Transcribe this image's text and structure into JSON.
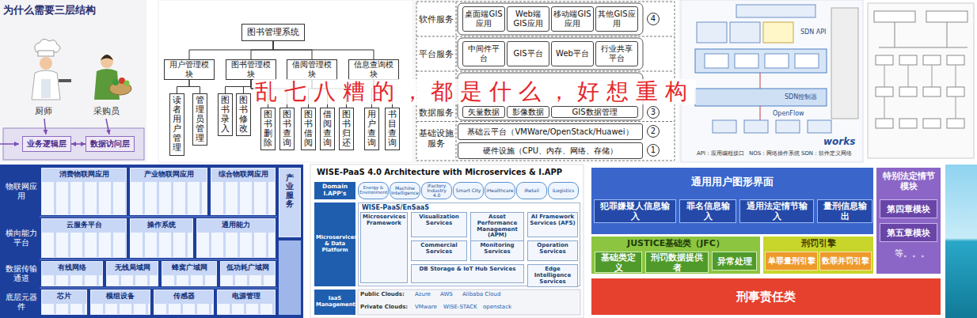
{
  "diagram": {
    "nodes": [
      {
        "text": [
          "业务逻辑层"
        ]
      },
      {
        "text": [
          "数据访问层"
        ]
      },
      {
        "text": [
          "图书管理系统"
        ]
      },
      {
        "text": [
          "用户管理模块"
        ]
      },
      {
        "text": [
          "图书管理模块"
        ]
      },
      {
        "text": [
          "借阅管理模块"
        ]
      },
      {
        "text": [
          "信息查询模块"
        ]
      },
      {
        "text": [
          "读者用户管理"
        ]
      },
      {
        "text": [
          "管理员管理"
        ]
      },
      {
        "text": [
          "图书录入"
        ]
      },
      {
        "text": [
          "图书修改"
        ]
      },
      {
        "text": [
          "图书删除"
        ]
      },
      {
        "text": [
          "图书查询"
        ]
      },
      {
        "text": [
          "图书借阅"
        ]
      },
      {
        "text": [
          "借阅查询"
        ]
      },
      {
        "text": [
          "图书归还"
        ]
      },
      {
        "text": [
          "用户查询"
        ]
      },
      {
        "text": [
          "书目查询"
        ]
      },
      {
        "text": [
          "桌面端GIS应用"
        ]
      },
      {
        "text": [
          "Web端GIS应用"
        ]
      },
      {
        "text": [
          "移动端GIS应用"
        ]
      },
      {
        "text": [
          "其他GIS应用"
        ]
      },
      {
        "text": [
          "中间件平台"
        ]
      },
      {
        "text": [
          "GIS平台"
        ]
      },
      {
        "text": [
          "Web平台"
        ]
      },
      {
        "text": [
          "行业共享平台"
        ]
      },
      {
        "text": [
          "矢量数据"
        ]
      },
      {
        "text": [
          "影像数据"
        ]
      },
      {
        "text": [
          "GIS数据管理"
        ]
      },
      {
        "text": [
          "基础云平台（VMWare/OpenStack/Huawei）"
        ]
      },
      {
        "text": [
          "硬件设施（CPU、内存、网络、存储）"
        ]
      },
      {
        "text": [
          "4"
        ]
      },
      {
        "text": [
          "3"
        ]
      },
      {
        "text": [
          "2"
        ]
      },
      {
        "text": [
          "1"
        ]
      },
      {
        "text": [
          "消费物联网应用"
        ]
      },
      {
        "text": [
          "产业物联网应用"
        ]
      },
      {
        "text": [
          "综合物联网应用"
        ]
      },
      {
        "text": [
          "产业服务"
        ]
      },
      {
        "text": [
          "云服务平台"
        ]
      },
      {
        "text": [
          "操作系统"
        ]
      },
      {
        "text": [
          "通用能力"
        ]
      },
      {
        "text": [
          "有线网络"
        ]
      },
      {
        "text": [
          "无线局域网"
        ]
      },
      {
        "text": [
          "蜂窝广域网"
        ]
      },
      {
        "text": [
          "低功耗广域网"
        ]
      },
      {
        "text": [
          "芯片"
        ]
      },
      {
        "text": [
          "模组设备"
        ]
      },
      {
        "text": [
          "传感器"
        ]
      },
      {
        "text": [
          "电源管理"
        ]
      },
      {
        "text": [
          "Domain I.APP's"
        ]
      },
      {
        "text": [
          "Microservices & Data Platform"
        ]
      },
      {
        "text": [
          "IaaS Management"
        ]
      },
      {
        "text": [
          "Energy & Environment"
        ]
      },
      {
        "text": [
          "Machine Intelligence"
        ]
      },
      {
        "text": [
          "iFactory Industry 4.0"
        ]
      },
      {
        "text": [
          "Smart City"
        ]
      },
      {
        "text": [
          "iHealthcare"
        ]
      },
      {
        "text": [
          "iRetail"
        ]
      },
      {
        "text": [
          "iLogistics"
        ]
      },
      {
        "text": [
          "WISE-PaaS/EnSaaS"
        ]
      },
      {
        "text": [
          "Microservices Framework"
        ],
        "in": 60
      },
      {
        "text": [
          "Visualization Services"
        ],
        "in": 60
      },
      {
        "text": [
          "Asset Performance Management (APM)"
        ],
        "in": 60
      },
      {
        "text": [
          "AI Framework Services (AFS)"
        ],
        "in": 60
      },
      {
        "text": [
          "Commercial Services"
        ],
        "in": 60
      },
      {
        "text": [
          "Monitoring Services"
        ],
        "in": 60
      },
      {
        "text": [
          "Operation Services"
        ],
        "in": 60
      },
      {
        "text": [
          "DB Storage & IoT Hub Services"
        ],
        "in": 60
      },
      {
        "text": [
          "Edge Intelligence Services"
        ],
        "in": 60
      },
      {
        "text": [
          "通用用户图形界面"
        ]
      },
      {
        "text": [
          "犯罪嫌疑人信息输入"
        ],
        "in": 70
      },
      {
        "text": [
          "罪名信息输入"
        ],
        "in": 70
      },
      {
        "text": [
          "通用法定情节输入"
        ],
        "in": 70
      },
      {
        "text": [
          "量刑信息输出"
        ],
        "in": 70
      },
      {
        "text": [
          "特别法定情节模块"
        ]
      },
      {
        "text": [
          "第四章模块"
        ],
        "in": 75
      },
      {
        "text": [
          "第五章模块"
        ],
        "in": 75
      },
      {
        "text": [
          "JUSTICE基础类（JFC）"
        ]
      },
      {
        "text": [
          "基础类定义"
        ],
        "in": 78
      },
      {
        "text": [
          "刑罚数据提供者"
        ],
        "in": 78
      },
      {
        "text": [
          "异常处理"
        ],
        "in": 78
      },
      {
        "text": [
          "刑罚引擎"
        ]
      },
      {
        "text": [
          "单罪量刑引擎"
        ],
        "in": 82
      },
      {
        "text": [
          "数罪并罚引擎"
        ],
        "in": 82
      },
      {
        "text": [
          "刑事责任类"
        ]
      }
    ],
    "edges": [
      {
        "from": 0,
        "to": 1,
        "arrow": "both"
      },
      {
        "from": 2,
        "to": 3,
        "arrow": "none"
      },
      {
        "from": 2,
        "to": 4,
        "arrow": "none"
      },
      {
        "from": 2,
        "to": 5,
        "arrow": "none"
      },
      {
        "from": 2,
        "to": 6,
        "arrow": "none"
      },
      {
        "from": 3,
        "to": 7,
        "arrow": "none"
      },
      {
        "from": 3,
        "to": 8,
        "arrow": "none"
      },
      {
        "from": 4,
        "to": 9,
        "arrow": "none"
      },
      {
        "from": 4,
        "to": 10,
        "arrow": "none"
      },
      {
        "from": 4,
        "to": 11,
        "arrow": "none"
      },
      {
        "from": 4,
        "to": 12,
        "arrow": "none"
      },
      {
        "from": 5,
        "to": 13,
        "arrow": "none"
      },
      {
        "from": 5,
        "to": 14,
        "arrow": "none"
      },
      {
        "from": 5,
        "to": 15,
        "arrow": "none"
      },
      {
        "from": 6,
        "to": 16,
        "arrow": "none"
      },
      {
        "from": 6,
        "to": 17,
        "arrow": "none"
      }
    ],
    "labels": [
      "为什么需要三层结构",
      "厨师",
      "采购员",
      "乱七八糟的，都是什么，好想重构",
      "软件服务",
      "平台服务",
      "数据服务",
      "基础设施服务",
      "SDN API",
      "SDN控制器",
      "OpenFlow",
      "API：应用编程接口",
      "NOS：网络操作系统",
      "SDN：软件定义网络",
      "works",
      "物联网应用",
      "横向能力平台",
      "数据传输通道",
      "底层元器件",
      "WISE-PaaS 4.0 Architecture with Microservices & I.APP",
      "Public Clouds:",
      "Azure",
      "AWS",
      "Alibaba Cloud",
      "Private Clouds:",
      "VMware",
      "WISE-STACK",
      "openstack",
      "等。。。"
    ]
  }
}
